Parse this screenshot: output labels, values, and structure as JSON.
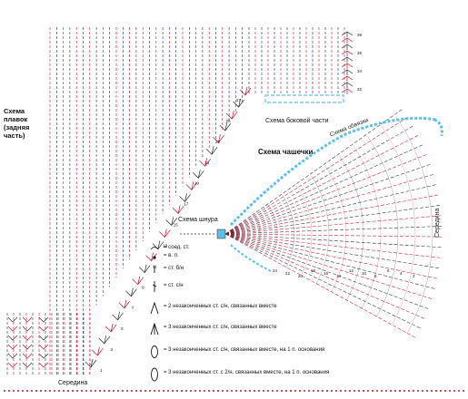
{
  "labels": {
    "panties_title": "Схема плавок (задняя часть)",
    "cup_title": "Схема чашечки",
    "cord_title": "Схема шнура",
    "side_title": "Схема боковой части",
    "trim_title": "Схема обвязки",
    "middle_vertical": "Середина",
    "middle_bottom": "Середина"
  },
  "legend": [
    {
      "symbol": "slip-stitch",
      "text": "= соед. ст."
    },
    {
      "symbol": "chain",
      "text": "= в. п."
    },
    {
      "symbol": "sc",
      "text": "= ст. б/н"
    },
    {
      "symbol": "dc",
      "text": "= ст. с/н"
    },
    {
      "symbol": "dc2tog",
      "text": "= 2 незаконченных ст. с/н, связанных вместе"
    },
    {
      "symbol": "dc3tog",
      "text": "= 3 незаконченных ст. с/н, связанных вместе"
    },
    {
      "symbol": "dc3cl",
      "text": "= 3 незаконченных ст. с/н, связанных вместе, на 1 п. основания"
    },
    {
      "symbol": "tr3cl",
      "text": "= 3 незаконченных ст. с 2/н, связанных вместе, на 1 п. основания"
    }
  ],
  "row_numbers": {
    "panties_right": [
      "1",
      "3",
      "5",
      "7",
      "9",
      "11",
      "13",
      "15",
      "17",
      "19",
      "21",
      "23",
      "25",
      "27"
    ],
    "side_top": [
      "38",
      "36",
      "34",
      "32"
    ],
    "cup_right": [
      "24",
      "22",
      "20",
      "18",
      "16",
      "14",
      "12",
      "10",
      "8",
      "6",
      "4",
      "2"
    ]
  },
  "colors": {
    "stitch_dark": "#2b2b2b",
    "stitch_red": "#c8102e",
    "trim_blue": "#5bc0e8",
    "bottom_border": "#c8102e"
  }
}
